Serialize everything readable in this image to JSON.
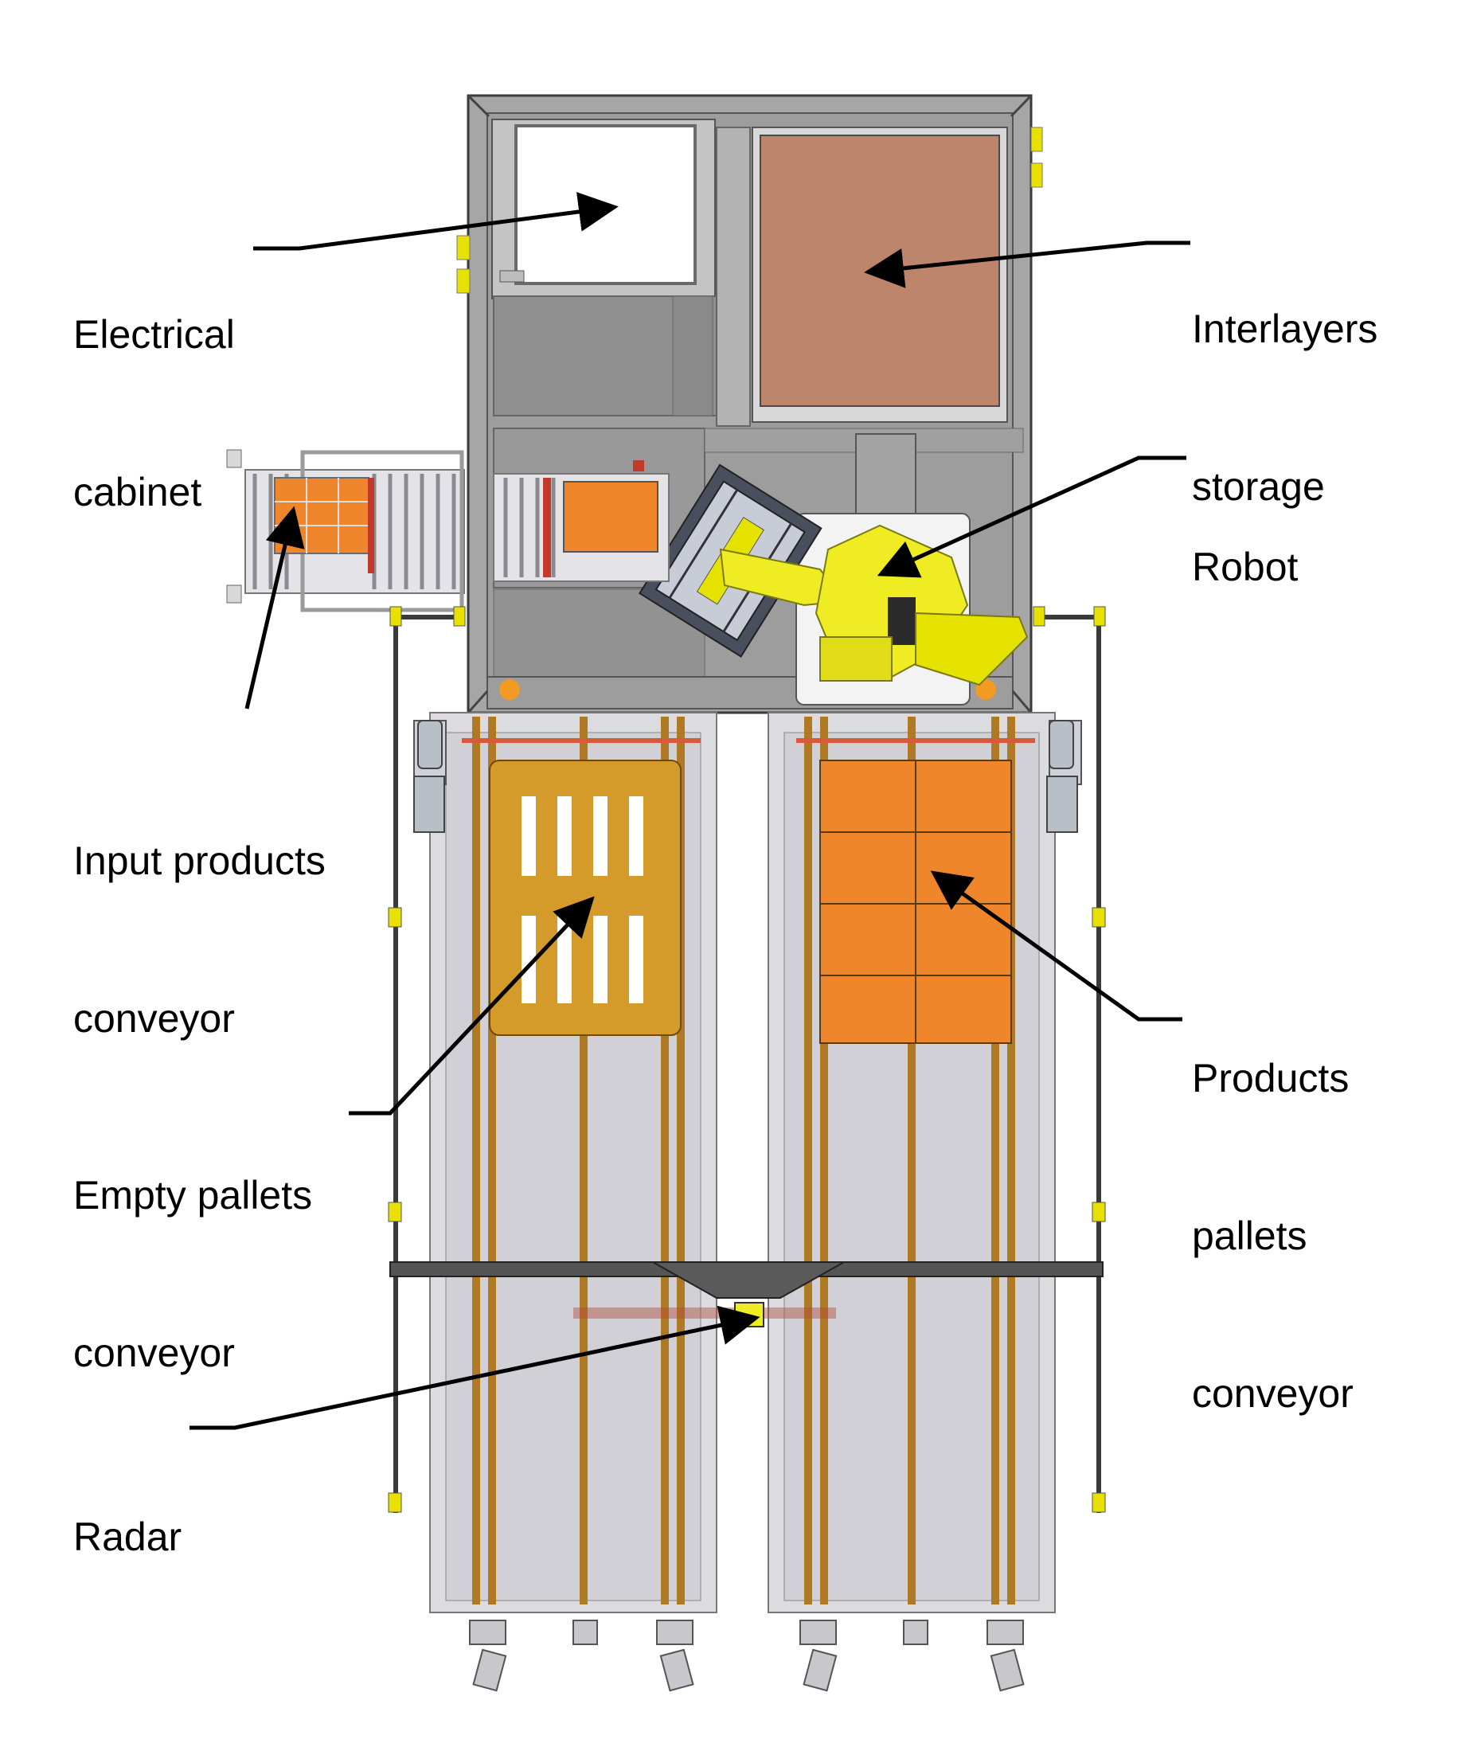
{
  "labels": {
    "electrical_cabinet": [
      "Electrical",
      "cabinet"
    ],
    "interlayers_storage": [
      "Interlayers",
      "storage"
    ],
    "robot": [
      "Robot"
    ],
    "input_products_conveyor": [
      "Input products",
      "conveyor"
    ],
    "empty_pallets_conveyor": [
      "Empty pallets",
      "conveyor"
    ],
    "products_pallets_conveyor": [
      "Products",
      "pallets",
      "conveyor"
    ],
    "radar": [
      "Radar"
    ]
  },
  "colors": {
    "frame": "#8c8c8c",
    "frame_dark": "#4a4a4a",
    "floor": "#a3a3a3",
    "interlayer": "#bd856b",
    "product": "#f0862c",
    "pallet_wood": "#d49a2a",
    "robot_yellow": "#f0ec24",
    "rail_brown": "#b07a24",
    "conveyor_grey": "#d8d8dc",
    "red_roller": "#c0392b"
  },
  "icons": [
    "robot-icon",
    "radar-icon",
    "motor-icon"
  ]
}
